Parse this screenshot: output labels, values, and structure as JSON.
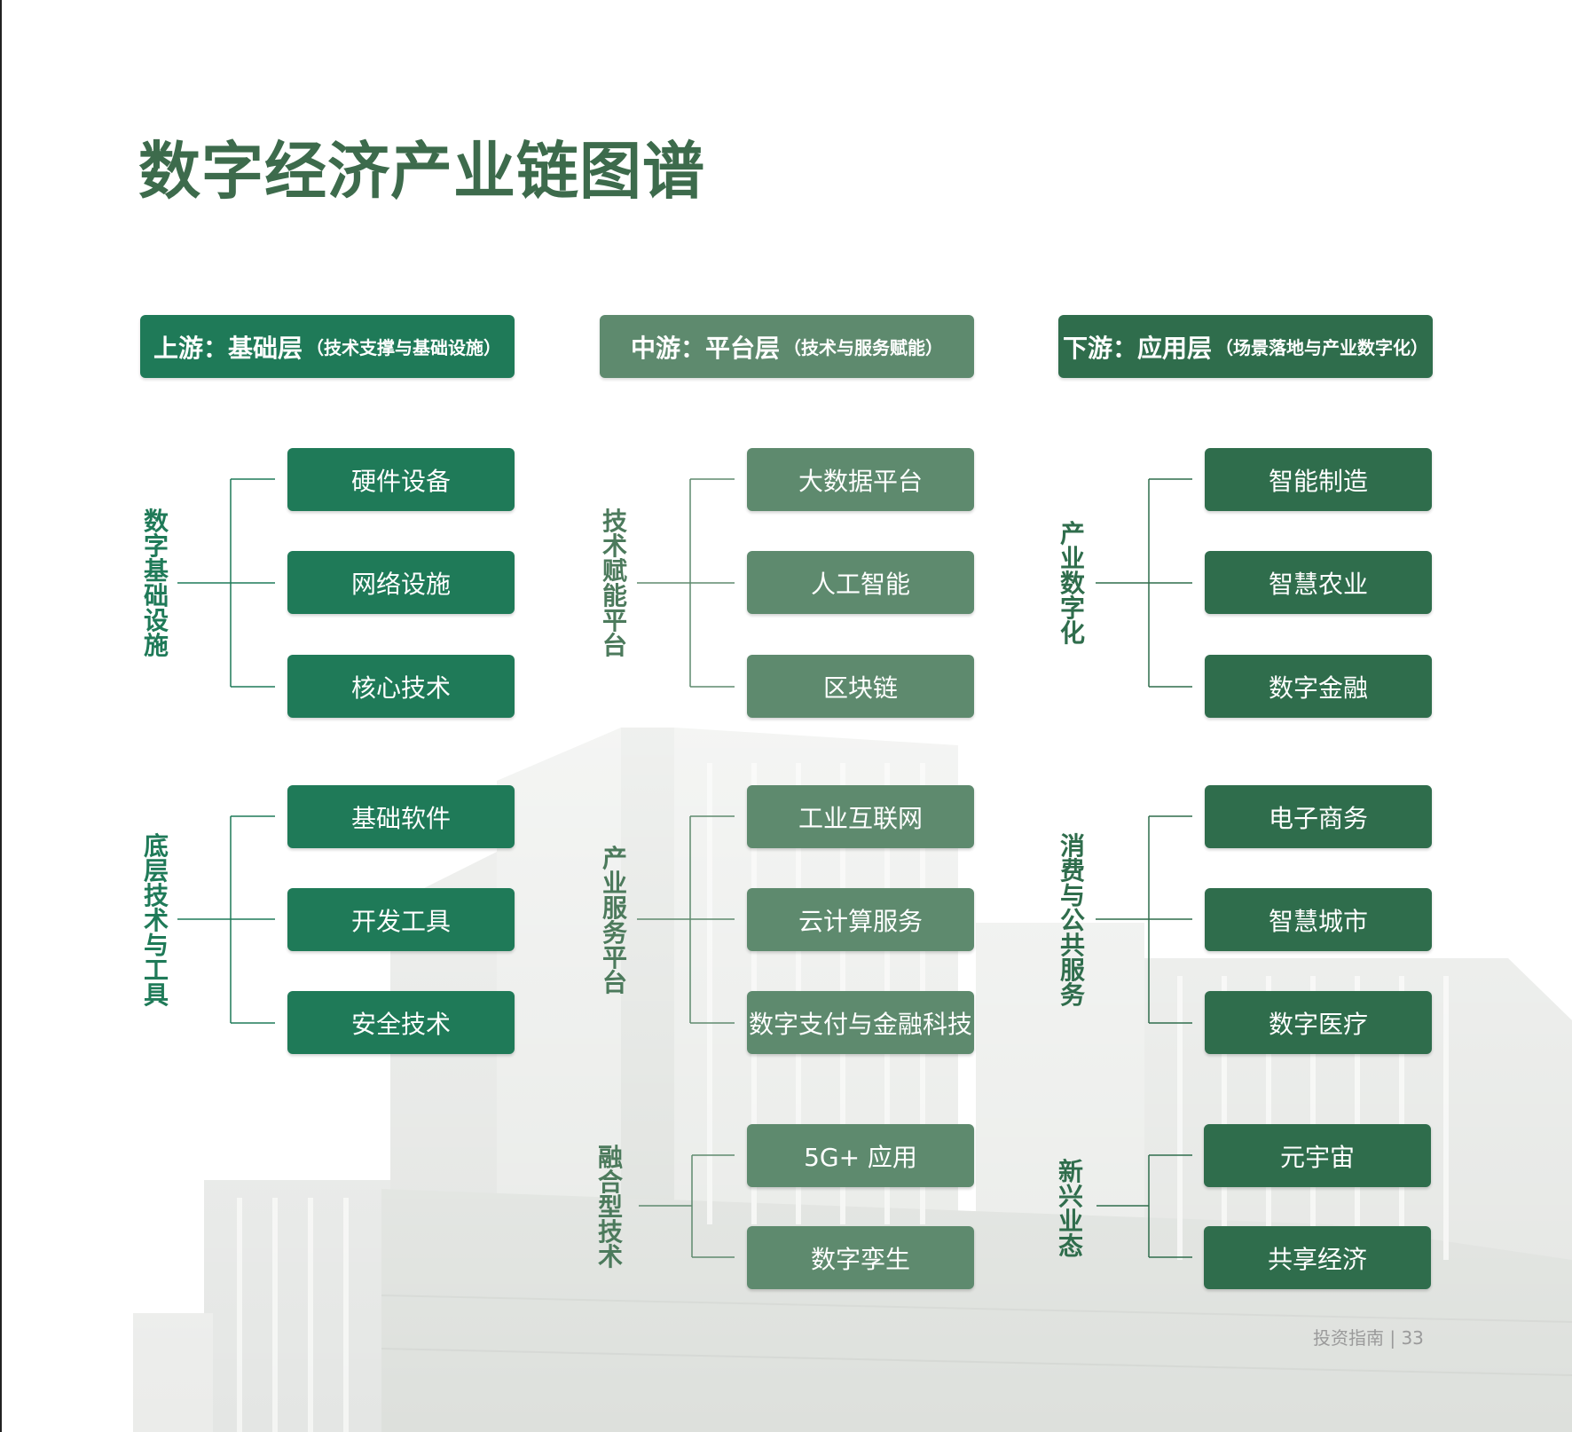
{
  "title": "数字经济产业链图谱",
  "footer": "投资指南 | 33",
  "columns": [
    {
      "header_main": "上游：基础层",
      "header_sub": "（技术支撑与基础设施）",
      "groups": [
        {
          "label": "数字基础设施",
          "items": [
            "硬件设备",
            "网络设施",
            "核心技术"
          ]
        },
        {
          "label": "底层技术与工具",
          "items": [
            "基础软件",
            "开发工具",
            "安全技术"
          ]
        }
      ]
    },
    {
      "header_main": "中游：平台层",
      "header_sub": "（技术与服务赋能）",
      "groups": [
        {
          "label": "技术赋能平台",
          "items": [
            "大数据平台",
            "人工智能",
            "区块链"
          ]
        },
        {
          "label": "产业服务平台",
          "items": [
            "工业互联网",
            "云计算服务",
            "数字支付与金融科技"
          ]
        },
        {
          "label": "融合型技术",
          "items": [
            "5G+ 应用",
            "数字孪生"
          ]
        }
      ]
    },
    {
      "header_main": "下游：应用层",
      "header_sub": "（场景落地与产业数字化）",
      "groups": [
        {
          "label": "产业数字化",
          "items": [
            "智能制造",
            "智慧农业",
            "数字金融"
          ]
        },
        {
          "label": "消费与公共服务",
          "items": [
            "电子商务",
            "智慧城市",
            "数字医疗"
          ]
        },
        {
          "label": "新兴业态",
          "items": [
            "元宇宙",
            "共享经济"
          ]
        }
      ]
    }
  ],
  "colors": {
    "title": "#3d6b4c",
    "upstream": "#1f7a58",
    "midstream": "#5e8a6e",
    "downstream": "#2f6d4c"
  }
}
